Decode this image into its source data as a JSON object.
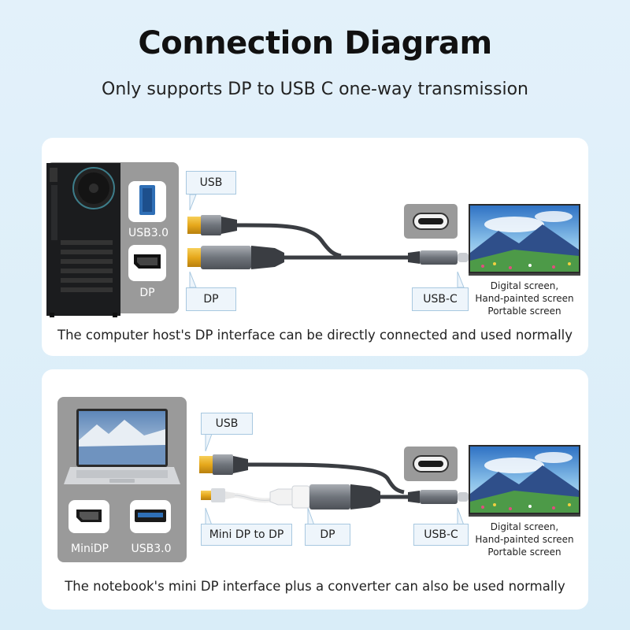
{
  "header": {
    "title": "Connection Diagram",
    "subtitle": "Only supports DP to USB C one-way transmission"
  },
  "scenario_desktop": {
    "port_labels": {
      "usb3": "USB3.0",
      "dp": "DP"
    },
    "callouts": {
      "usb": "USB",
      "dp": "DP",
      "usbc": "USB-C"
    },
    "screen_caption": [
      "Digital screen,",
      "Hand-painted screen",
      "Portable screen"
    ],
    "caption": "The computer host's DP interface can be directly connected and used normally"
  },
  "scenario_laptop": {
    "port_labels": {
      "minidp": "MiniDP",
      "usb3": "USB3.0"
    },
    "callouts": {
      "usb": "USB",
      "minidp_to_dp": "Mini DP to DP",
      "dp": "DP",
      "usbc": "USB-C"
    },
    "screen_caption": [
      "Digital screen,",
      "Hand-painted screen",
      "Portable screen"
    ],
    "caption": "The notebook's mini DP interface plus a converter can also be used normally"
  },
  "colors": {
    "background": "#dcedf8",
    "panel": "#ffffff",
    "callout_border": "#a8c8e0",
    "connector_gold": "#e6a81c",
    "cable": "#3a3d42"
  },
  "icons": [
    "desktop-tower-icon",
    "laptop-icon",
    "usb-port-icon",
    "displayport-icon",
    "usb-c-port-icon",
    "monitor-icon"
  ]
}
